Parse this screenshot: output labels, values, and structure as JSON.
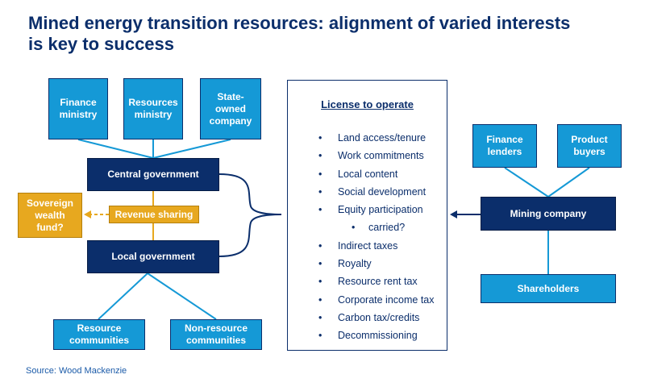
{
  "title": {
    "line1": "Mined energy transition resources: alignment of varied interests",
    "line2": "is key to success"
  },
  "nodes": {
    "finance_ministry": "Finance ministry",
    "resources_ministry": "Resources ministry",
    "state_company": "State-owned company",
    "central_gov": "Central government",
    "revenue_sharing": "Revenue sharing",
    "sovereign_fund": "Sovereign wealth fund?",
    "local_gov": "Local government",
    "resource_communities": "Resource communities",
    "nonresource_communities": "Non-resource communities",
    "finance_lenders": "Finance lenders",
    "product_buyers": "Product buyers",
    "mining_company": "Mining company",
    "shareholders": "Shareholders"
  },
  "license": {
    "title": "License to operate",
    "items": [
      "Land access/tenure",
      "Work commitments",
      "Local content",
      "Social development",
      "Equity participation",
      "carried?",
      "Indirect taxes",
      "Royalty",
      "Resource rent tax",
      "Corporate income tax",
      "Carbon tax/credits",
      "Decommissioning"
    ]
  },
  "source": "Source: Wood Mackenzie",
  "colors": {
    "dark_navy": "#0b2e6b",
    "light_blue": "#1599d6",
    "gold": "#e7a81f"
  }
}
